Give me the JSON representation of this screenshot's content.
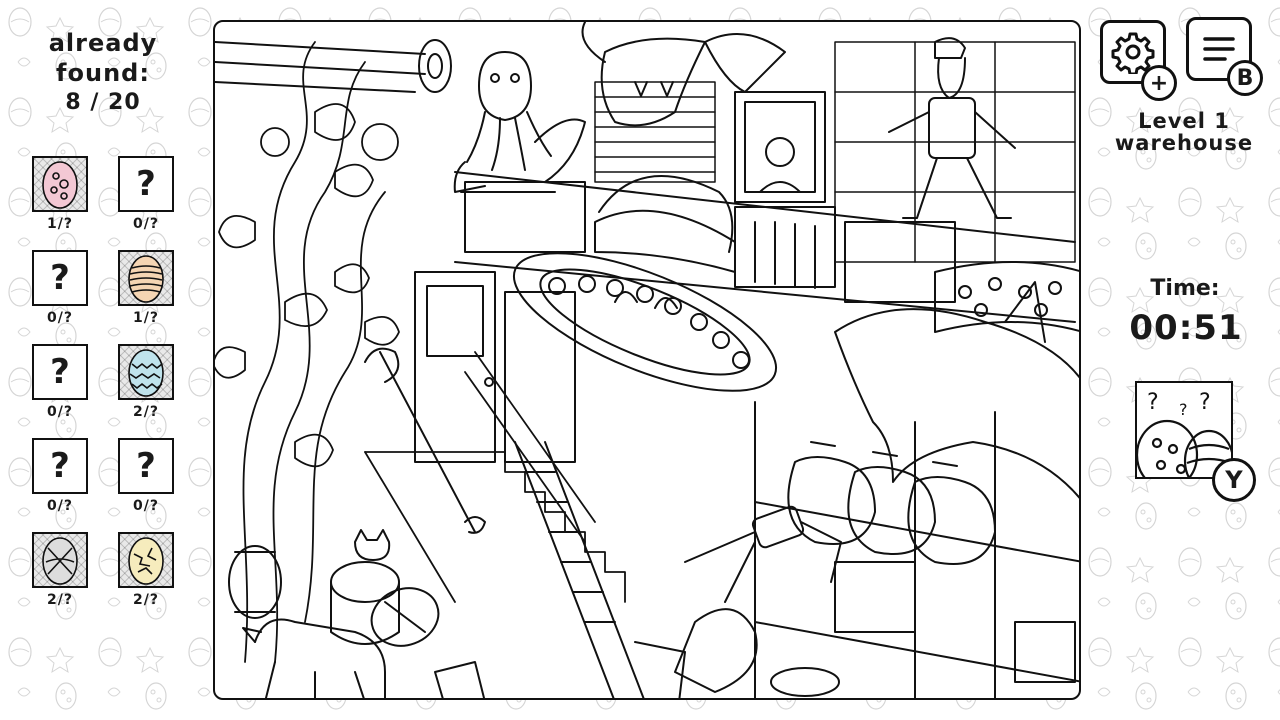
{
  "found_panel": {
    "title_line1": "already",
    "title_line2": "found:",
    "count": "8 / 20"
  },
  "eggs": [
    {
      "label": "1/?",
      "found": true,
      "pattern": "spots",
      "color": "#f3c8d4"
    },
    {
      "label": "0/?",
      "found": false,
      "symbol": "?"
    },
    {
      "label": "0/?",
      "found": false,
      "symbol": "?"
    },
    {
      "label": "1/?",
      "found": true,
      "pattern": "stripes",
      "color": "#f5d5b3"
    },
    {
      "label": "0/?",
      "found": false,
      "symbol": "?"
    },
    {
      "label": "2/?",
      "found": true,
      "pattern": "zigzag",
      "color": "#bfe3ec"
    },
    {
      "label": "0/?",
      "found": false,
      "symbol": "?"
    },
    {
      "label": "0/?",
      "found": false,
      "symbol": "?"
    },
    {
      "label": "2/?",
      "found": true,
      "pattern": "crosses",
      "color": "#dddddd"
    },
    {
      "label": "2/?",
      "found": true,
      "pattern": "cracks",
      "color": "#f6ecbd"
    }
  ],
  "buttons": {
    "settings": {
      "icon": "gear-icon",
      "badge": "+"
    },
    "menu": {
      "icon": "list-icon",
      "badge": "B"
    },
    "hint": {
      "icon": "eggs-hint-icon",
      "badge": "Y",
      "marks": "? ? ?"
    }
  },
  "level": {
    "line1": "Level 1",
    "line2": "warehouse"
  },
  "timer": {
    "label": "Time:",
    "value": "00:51"
  },
  "colors": {
    "ink": "#111111",
    "paper": "#ffffff",
    "hatch": "#e9e9e9"
  }
}
